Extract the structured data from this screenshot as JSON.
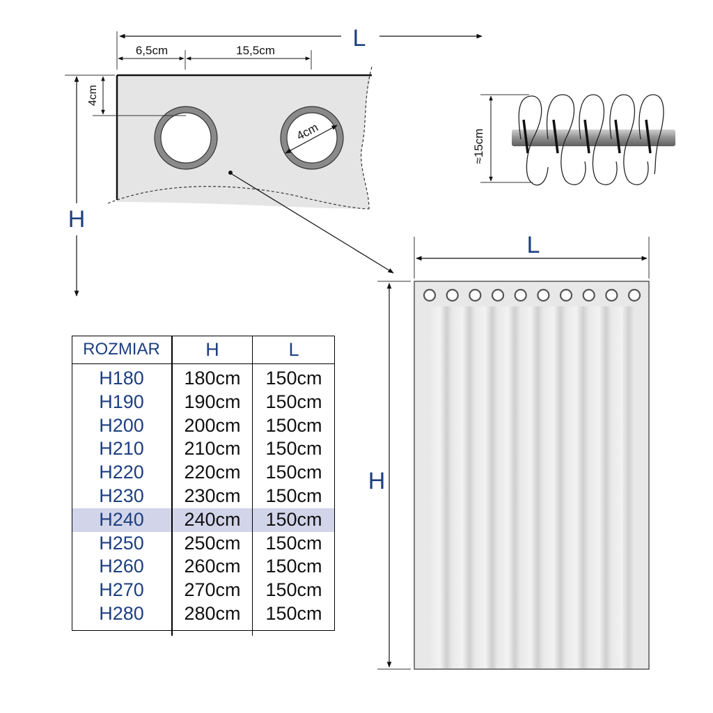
{
  "detail": {
    "dim_total": "L",
    "dim_offset": "6,5cm",
    "dim_spacing": "15,5cm",
    "dim_top": "4cm",
    "dim_ring": "4cm",
    "dim_height": "H"
  },
  "pleat": {
    "dim_height": "≈15cm"
  },
  "curtain": {
    "dim_width": "L",
    "dim_height": "H",
    "grommet_count": 10
  },
  "table": {
    "headers": [
      "ROZMIAR",
      "H",
      "L"
    ],
    "highlight_color": "#d2d4e9",
    "rows": [
      [
        "H180",
        "180cm",
        "150cm"
      ],
      [
        "H190",
        "190cm",
        "150cm"
      ],
      [
        "H200",
        "200cm",
        "150cm"
      ],
      [
        "H210",
        "210cm",
        "150cm"
      ],
      [
        "H220",
        "220cm",
        "150cm"
      ],
      [
        "H230",
        "230cm",
        "150cm"
      ],
      [
        "H240",
        "240cm",
        "150cm"
      ],
      [
        "H250",
        "250cm",
        "150cm"
      ],
      [
        "H260",
        "260cm",
        "150cm"
      ],
      [
        "H270",
        "270cm",
        "150cm"
      ],
      [
        "H280",
        "280cm",
        "150cm"
      ]
    ],
    "highlighted_row": "H240"
  },
  "colors": {
    "label_blue": "#1d3f7f",
    "fabric_gray": "#e4e4e4",
    "ring_gray": "#8a8a8a"
  }
}
